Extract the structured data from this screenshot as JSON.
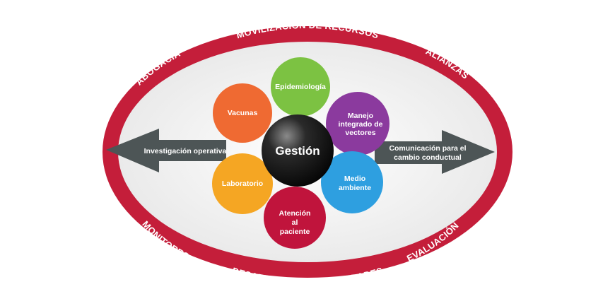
{
  "ring": {
    "top": "MOVILIZACIÓN DE RECURSOS",
    "top_left": "ABOGACÍA",
    "top_right": "ALIANZAS",
    "bottom": "DESARROLLO DE CAPACIDADES",
    "bottom_left": "MONITOREO",
    "bottom_right": "EVALUACIÓN"
  },
  "center": {
    "label": "Gestión"
  },
  "petals": {
    "epidemiologia": {
      "label": "Epidemiología",
      "color": "#7cc242"
    },
    "vacunas": {
      "label": "Vacunas",
      "color": "#ef6a32"
    },
    "manejo_1": "Manejo",
    "manejo_2": "integrado de",
    "manejo_3": "vectores",
    "manejo_color": "#8b3a9e",
    "laboratorio": {
      "label": "Laboratorio",
      "color": "#f5a623"
    },
    "medio_1": "Medio",
    "medio_2": "ambiente",
    "medio_color": "#2e9fe0",
    "atencion_1": "Atención",
    "atencion_2": "al",
    "atencion_3": "paciente",
    "atencion_color": "#c0143c"
  },
  "arrows": {
    "left": "Investigación operativa",
    "right_1": "Comunicación para el",
    "right_2": "cambio conductual",
    "color": "#4d5556"
  },
  "colors": {
    "ring": "#c41e3a",
    "inner": "#f3f3f3"
  }
}
